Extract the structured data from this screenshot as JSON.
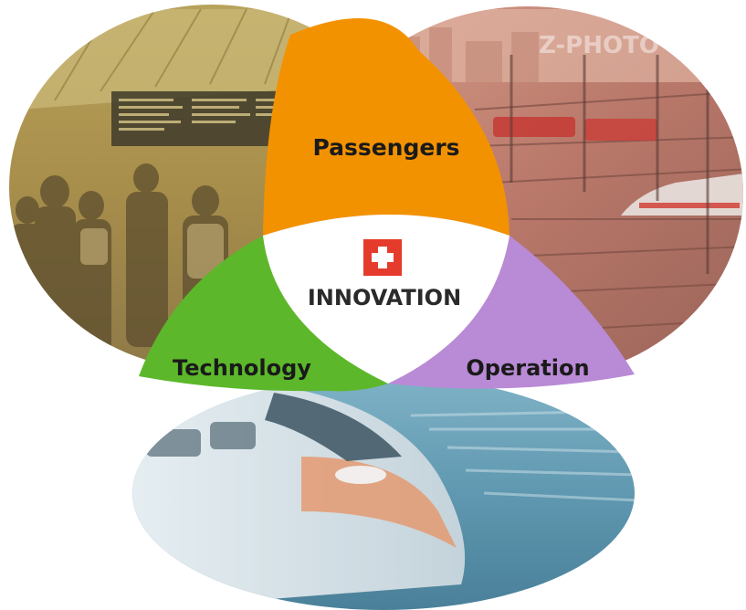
{
  "diagram": {
    "type": "venn",
    "center": {
      "label": "INNOVATION",
      "emblem": "swiss-flag-icon",
      "emblem_color": "#e53b2c"
    },
    "sets": [
      {
        "id": "passengers",
        "label": "Passengers",
        "color": "#f39200",
        "photo": "crowd of travellers on station platform under departure board"
      },
      {
        "id": "operation",
        "label": "Operation",
        "color": "#b98ad6",
        "photo": "red trains on tracks in rail yard"
      },
      {
        "id": "technology",
        "label": "Technology",
        "color": "#5cb82a",
        "photo": "high-speed train nose in motion"
      }
    ],
    "watermark": "Z-PHOTO"
  }
}
